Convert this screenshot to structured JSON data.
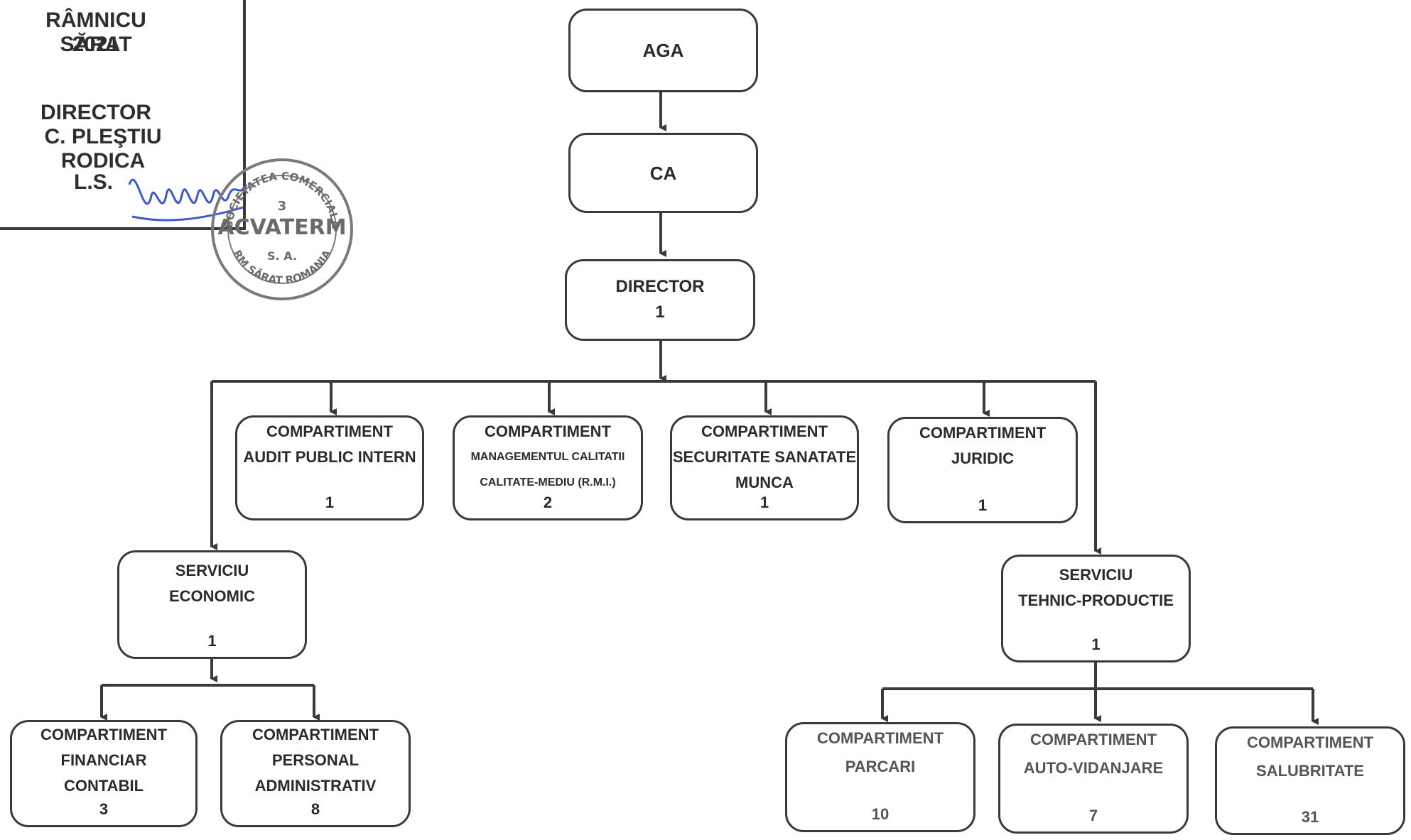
{
  "header": {
    "city": "RÂMNICU SĂRAT",
    "year": "2021",
    "director_title": "DIRECTOR",
    "director_name": "C. PLEŞTIU RODICA",
    "ls": "L.S."
  },
  "stamp": {
    "lines": [
      "SOCIETATEA COMERCIALA",
      "3",
      "ACVATERM",
      "S.A.",
      "RM SĂRAT ROMANIA"
    ]
  },
  "nodes": {
    "aga": {
      "lines": [
        "AGA"
      ]
    },
    "ca": {
      "lines": [
        "CA"
      ]
    },
    "director": {
      "lines": [
        "DIRECTOR",
        "1"
      ]
    },
    "audit": {
      "lines": [
        "COMPARTIMENT",
        "AUDIT PUBLIC INTERN"
      ],
      "count": "1"
    },
    "calitate": {
      "lines": [
        "COMPARTIMENT",
        "MANAGEMENTUL CALITATII",
        "CALITATE-MEDIU (R.M.I.)"
      ],
      "count": "2"
    },
    "securitate": {
      "lines": [
        "COMPARTIMENT",
        "SECURITATE SANATATE",
        "MUNCA"
      ],
      "count": "1"
    },
    "juridic": {
      "lines": [
        "COMPARTIMENT",
        "JURIDIC"
      ],
      "count": "1"
    },
    "economic": {
      "lines": [
        "SERVICIU",
        "ECONOMIC"
      ],
      "count": "1"
    },
    "tehnic": {
      "lines": [
        "SERVICIU",
        "TEHNIC-PRODUCTIE"
      ],
      "count": "1"
    },
    "financiar": {
      "lines": [
        "COMPARTIMENT",
        "FINANCIAR",
        "CONTABIL"
      ],
      "count": "3"
    },
    "personal": {
      "lines": [
        "COMPARTIMENT",
        "PERSONAL",
        "ADMINISTRATIV"
      ],
      "count": "8"
    },
    "parcari": {
      "lines": [
        "COMPARTIMENT",
        "PARCARI"
      ],
      "count": "10"
    },
    "vidanjare": {
      "lines": [
        "COMPARTIMENT",
        "AUTO-VIDANJARE"
      ],
      "count": "7"
    },
    "salubritate": {
      "lines": [
        "COMPARTIMENT",
        "SALUBRITATE"
      ],
      "count": "31"
    }
  }
}
